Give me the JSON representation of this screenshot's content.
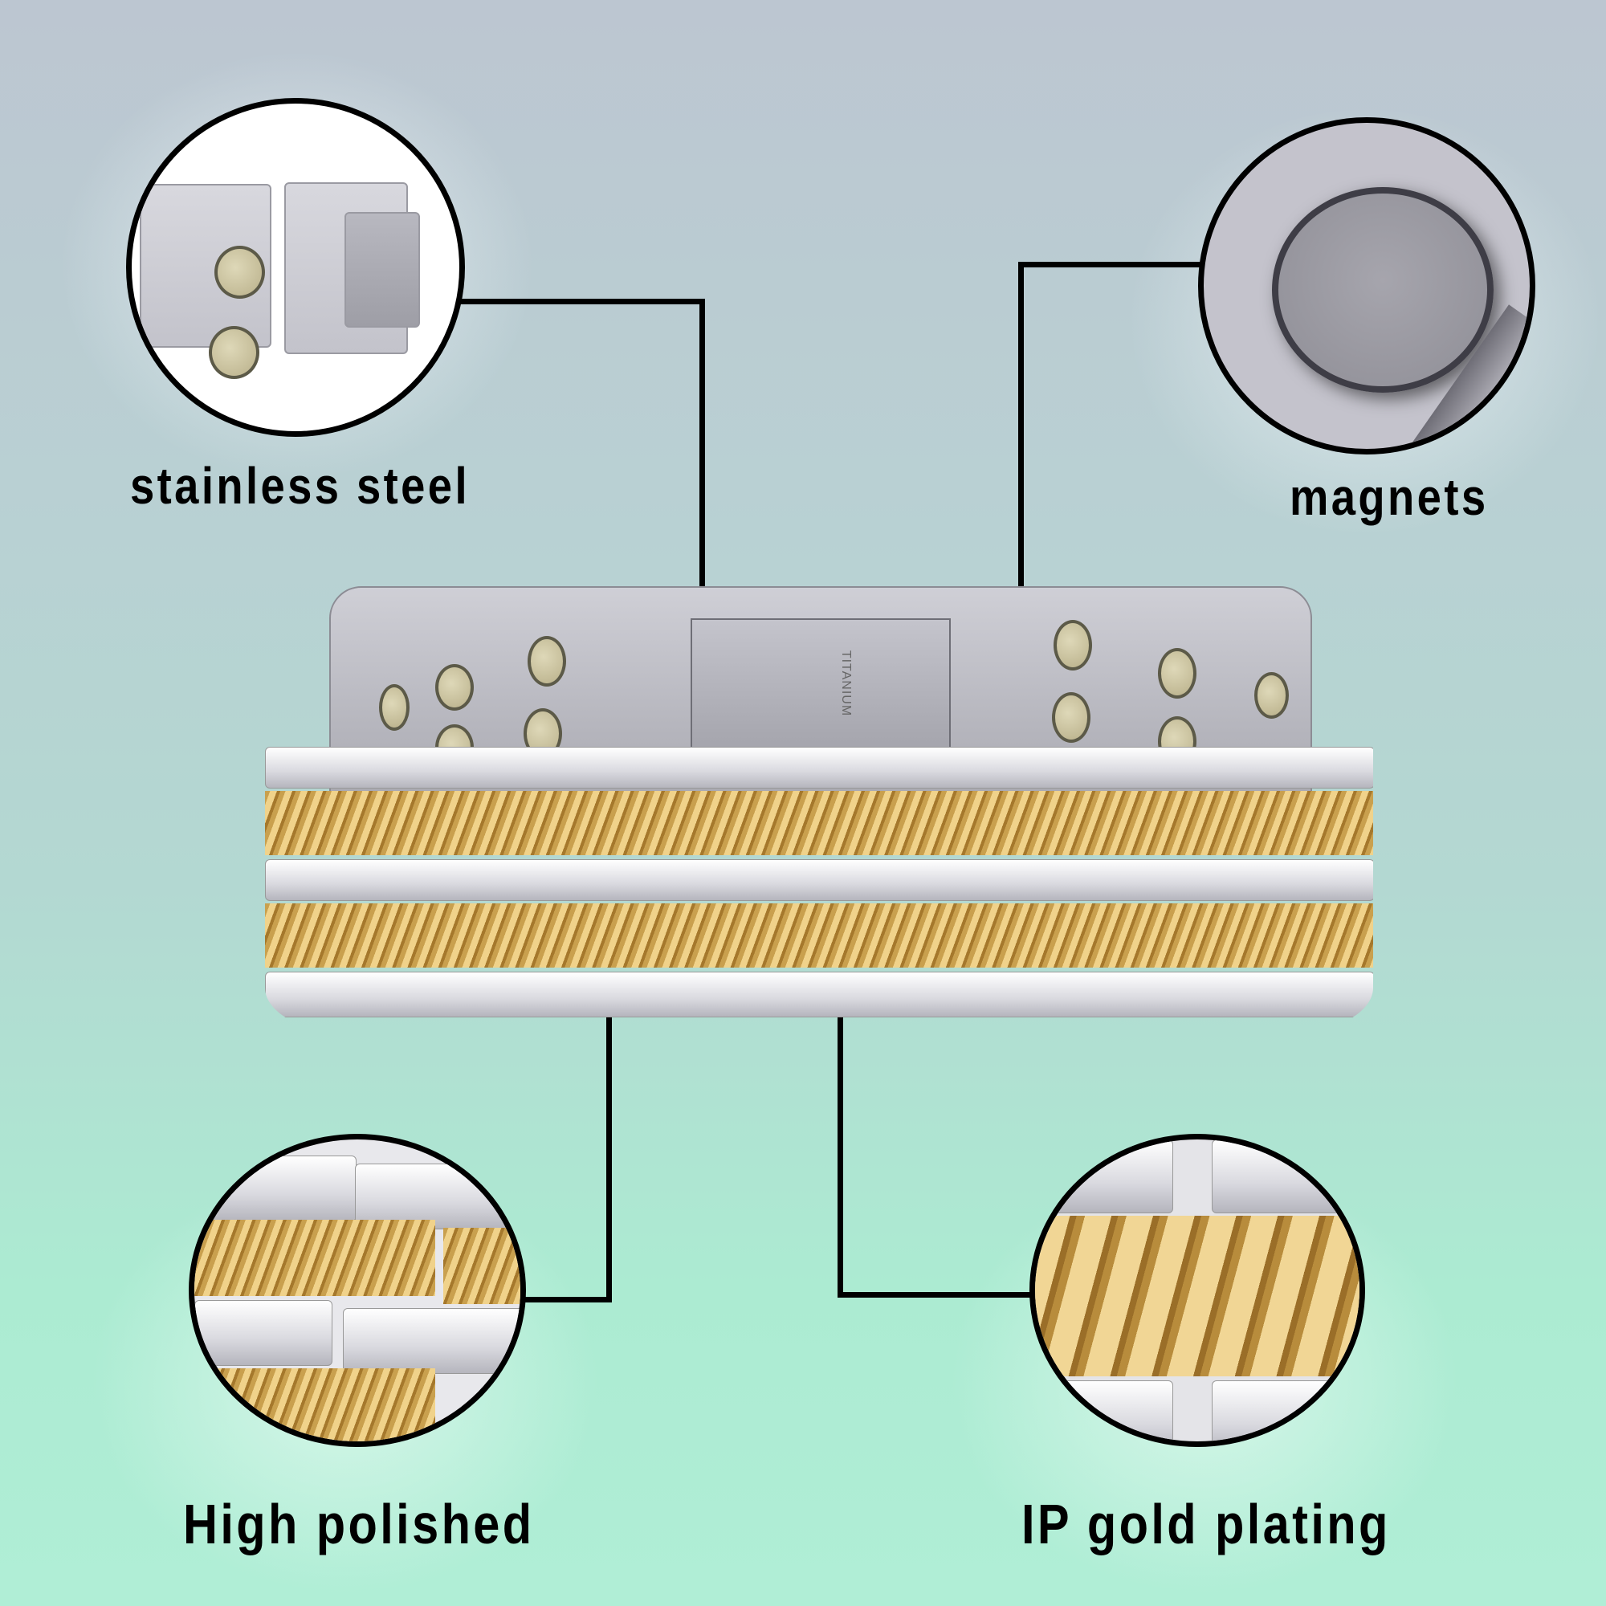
{
  "features": [
    {
      "id": "stainless-steel",
      "label": "stainless steel",
      "detail": "brushed steel links with clasp and magnets"
    },
    {
      "id": "magnets",
      "label": "magnets",
      "detail": "close-up of embedded magnet"
    },
    {
      "id": "high-polished",
      "label": "High polished",
      "detail": "polished silver links with gold rope bands"
    },
    {
      "id": "ip-gold-plating",
      "label": "IP gold plating",
      "detail": "close-up of gold rope-pattern inlay"
    }
  ],
  "product": {
    "name": "two-tone magnetic link bracelet",
    "clasp_engraving": "TITANIUM"
  },
  "colors": {
    "outline": "#000000",
    "gold": "#d9b463",
    "silver": "#d6d6dc",
    "bg_top": "#bcc6d1",
    "bg_bottom": "#b0eed6"
  }
}
